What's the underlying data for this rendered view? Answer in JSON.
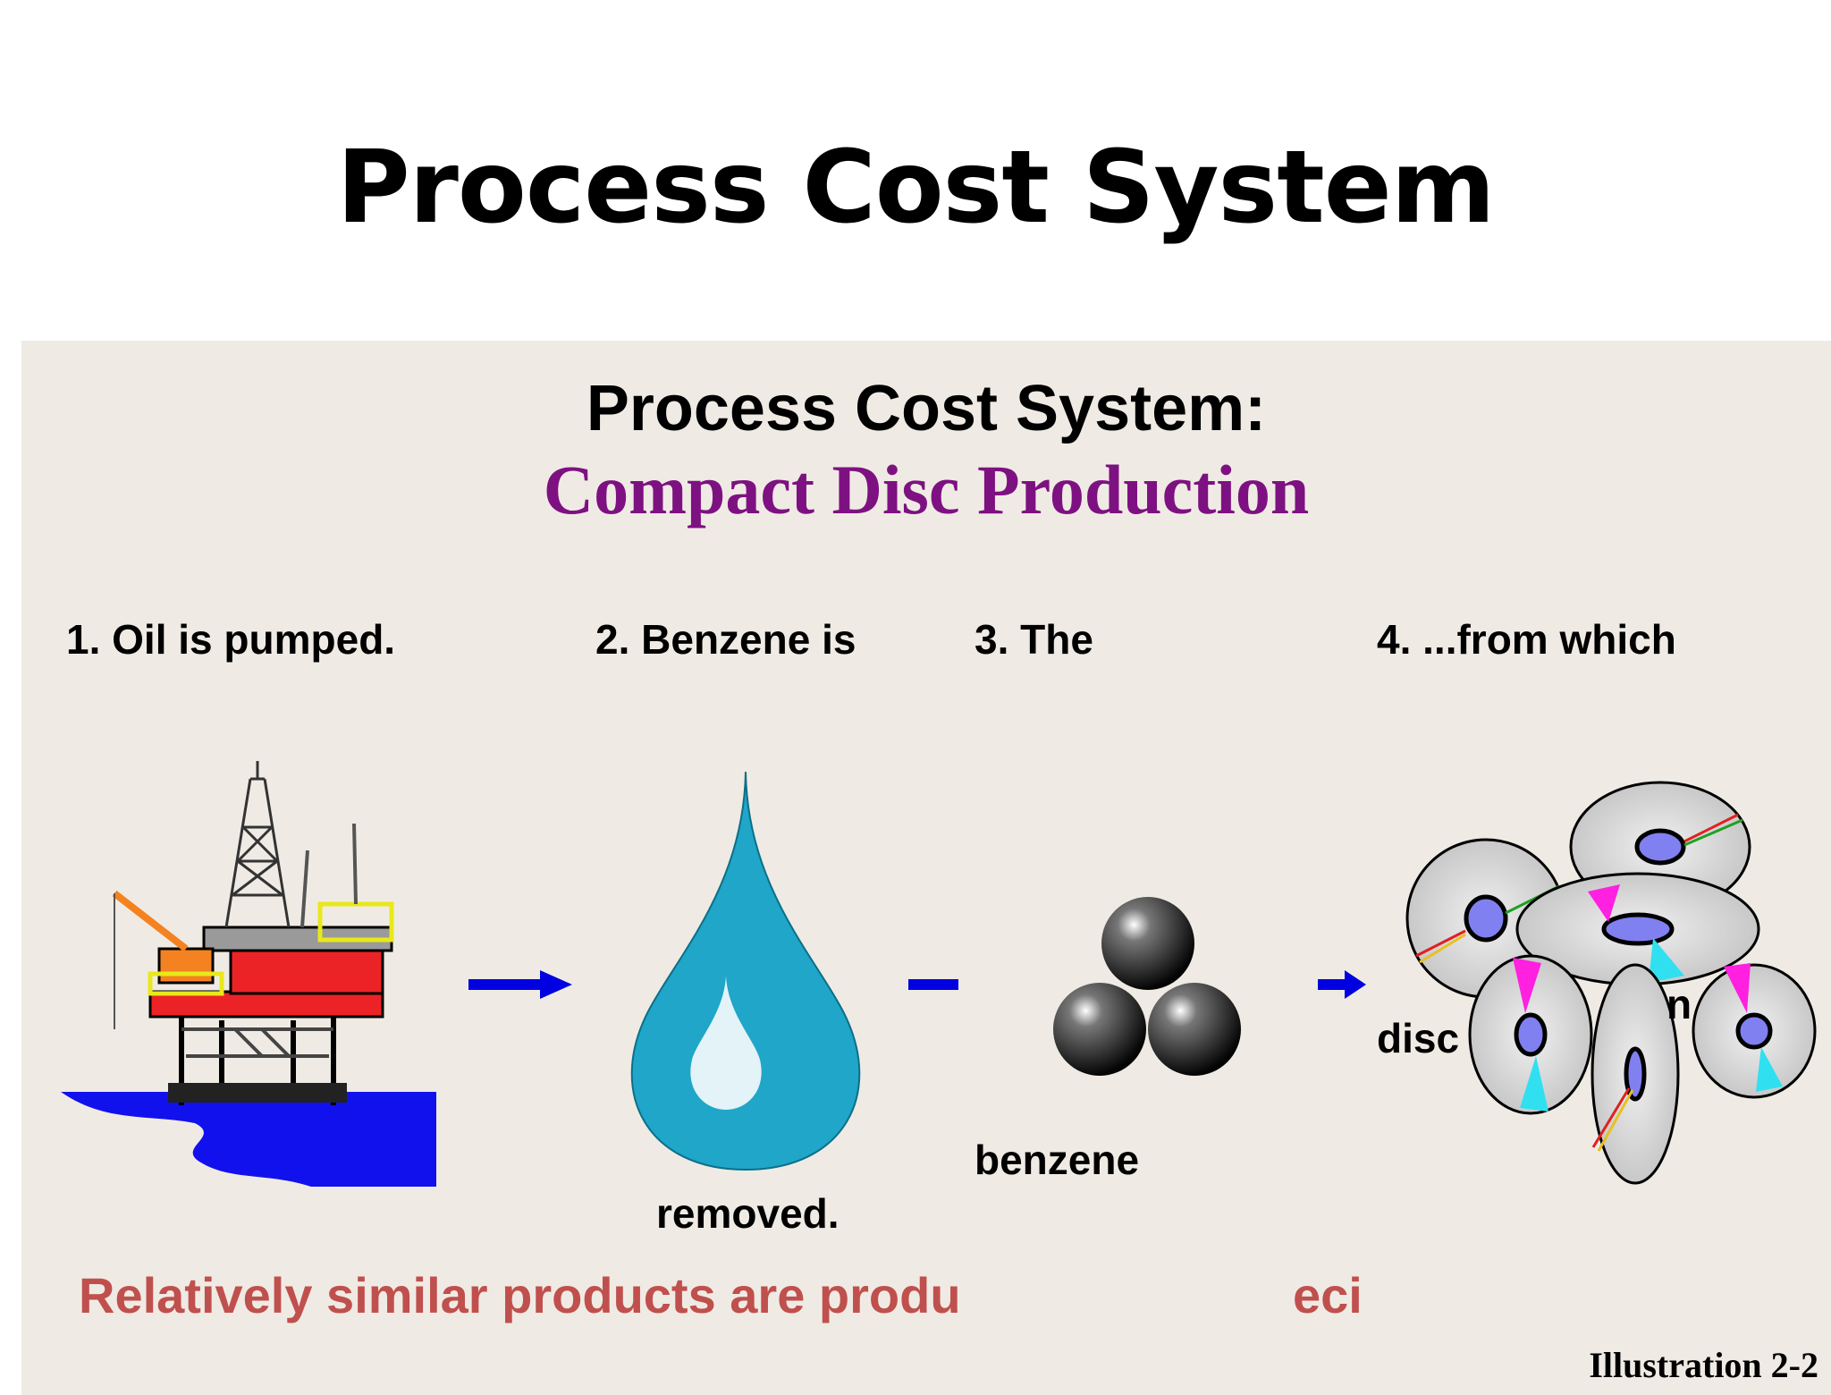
{
  "page": {
    "title": "Process Cost System"
  },
  "slide": {
    "title": "Process Cost System:",
    "subtitle": "Compact Disc Production",
    "steps": [
      {
        "label": "1. Oil is pumped.",
        "icon": "oil-rig-icon"
      },
      {
        "label": "2. Benzene is",
        "continuation": "removed.",
        "icon": "water-drop-icon"
      },
      {
        "label": "3. The",
        "continuation": "benzene",
        "icon": "molecule-spheres-icon"
      },
      {
        "label": "4. ...from which",
        "fragment_a": "disc",
        "fragment_b": "n",
        "icon": "compact-discs-icon"
      }
    ],
    "caption": "Relatively similar products are produ",
    "caption_fragment": "eci",
    "illustration": "Illustration 2-2"
  },
  "colors": {
    "slide_background": "#efebe4",
    "subtitle": "#7e1181",
    "caption": "#c0504d",
    "arrow": "#0000e0",
    "drop": "#1fa6c9",
    "ocean": "#1111ee"
  }
}
